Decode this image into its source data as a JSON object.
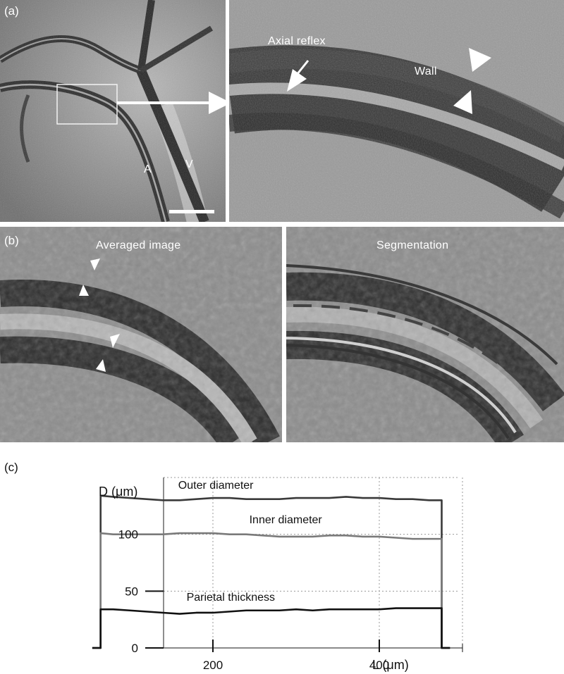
{
  "panel_a": {
    "label": "(a)",
    "vessel_labels": {
      "artery": "A",
      "vein": "V"
    },
    "zoom_annotations": {
      "axial_reflex": "Axial reflex",
      "wall": "Wall"
    }
  },
  "panel_b": {
    "label": "(b)",
    "left_title": "Averaged image",
    "right_title": "Segmentation"
  },
  "panel_c": {
    "label": "(c)"
  },
  "chart_data": {
    "type": "line",
    "xlabel": "L (μm)",
    "ylabel": "D (μm)",
    "xlim": [
      0,
      500
    ],
    "ylim": [
      0,
      150
    ],
    "xticks": [
      200,
      400
    ],
    "yticks": [
      0,
      50,
      100
    ],
    "grid": true,
    "series": [
      {
        "name": "Outer diameter",
        "color": "#3a3a3a",
        "x": [
          65,
          80,
          100,
          120,
          140,
          160,
          180,
          200,
          220,
          240,
          260,
          280,
          300,
          320,
          340,
          360,
          380,
          400,
          420,
          440,
          460,
          475
        ],
        "y": [
          134,
          133,
          132,
          131,
          130,
          130,
          131,
          132,
          132,
          131,
          131,
          131,
          132,
          132,
          132,
          133,
          132,
          132,
          131,
          131,
          130,
          130
        ]
      },
      {
        "name": "Inner diameter",
        "color": "#7a7a7a",
        "x": [
          65,
          80,
          100,
          120,
          140,
          160,
          180,
          200,
          220,
          240,
          260,
          280,
          300,
          320,
          340,
          360,
          380,
          400,
          420,
          440,
          460,
          475
        ],
        "y": [
          101,
          100,
          100,
          100,
          100,
          101,
          101,
          101,
          100,
          100,
          99,
          98,
          98,
          98,
          99,
          99,
          98,
          98,
          97,
          96,
          96,
          96
        ]
      },
      {
        "name": "Parietal thickness",
        "color": "#111111",
        "x": [
          65,
          80,
          100,
          120,
          140,
          160,
          180,
          200,
          220,
          240,
          260,
          280,
          300,
          320,
          340,
          360,
          380,
          400,
          420,
          440,
          460,
          475
        ],
        "y": [
          34,
          34,
          33,
          32,
          31,
          30,
          31,
          31,
          32,
          33,
          33,
          33,
          34,
          33,
          34,
          34,
          34,
          34,
          35,
          35,
          35,
          35
        ]
      }
    ]
  }
}
